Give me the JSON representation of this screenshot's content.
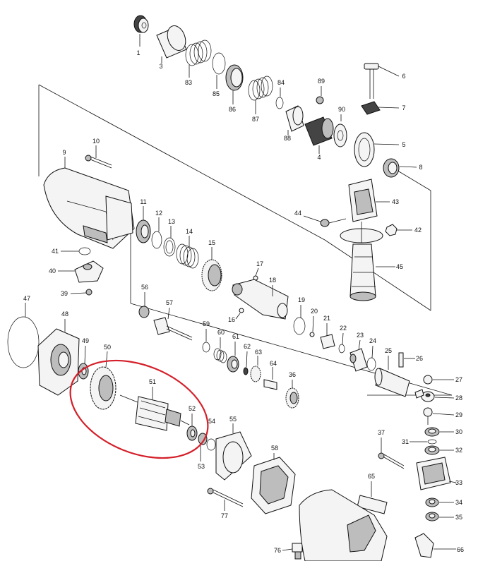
{
  "diagram": {
    "highlight_color": "#d4202a",
    "labels": [
      "1",
      "3",
      "83",
      "85",
      "86",
      "84",
      "87",
      "88",
      "89",
      "90",
      "4",
      "6",
      "7",
      "5",
      "8",
      "9",
      "10",
      "11",
      "12",
      "13",
      "14",
      "15",
      "17",
      "18",
      "16",
      "19",
      "20",
      "21",
      "22",
      "23",
      "24",
      "25",
      "26",
      "27",
      "28",
      "29",
      "30",
      "31",
      "32",
      "33",
      "34",
      "35",
      "36",
      "37",
      "39",
      "40",
      "41",
      "42",
      "43",
      "44",
      "45",
      "47",
      "48",
      "49",
      "50",
      "51",
      "52",
      "53",
      "54",
      "55",
      "56",
      "57",
      "58",
      "59",
      "60",
      "61",
      "62",
      "63",
      "64",
      "65",
      "66",
      "76",
      "77"
    ]
  }
}
